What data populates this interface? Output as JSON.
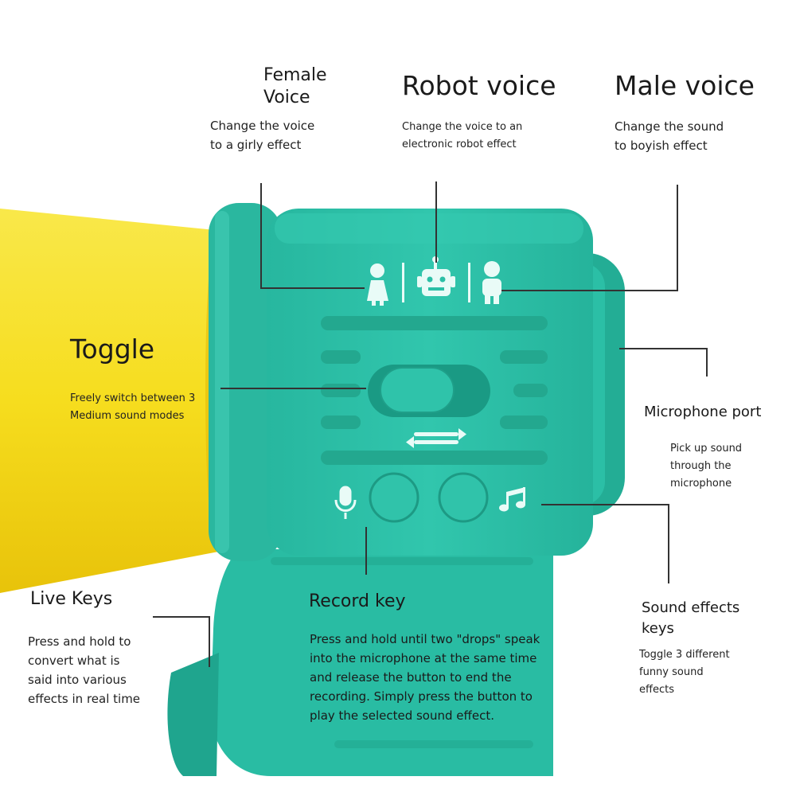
{
  "labels": {
    "female": {
      "title": "Female\nVoice",
      "desc": "Change the voice\nto a girly effect"
    },
    "robot": {
      "title": "Robot voice",
      "desc": "Change the voice to an\nelectronic robot effect"
    },
    "male": {
      "title": "Male voice",
      "desc": "Change the sound\n to boyish effect"
    },
    "toggle": {
      "title": "Toggle",
      "desc": "Freely switch between 3\n Medium sound modes"
    },
    "mic_port": {
      "title": "Microphone port",
      "desc": "Pick up sound\nthrough the\nmicrophone"
    },
    "live_keys": {
      "title": "Live Keys",
      "desc": "Press and hold to\nconvert what is\nsaid into various\neffects in real time"
    },
    "record_key": {
      "title": "Record key",
      "desc": "Press and hold until two \"drops\" speak\n into the microphone at the same time\nand release the button to end the\nrecording. Simply press the button to\nplay the selected sound effect."
    },
    "sound_effects": {
      "title": "Sound effects\nkeys",
      "desc": "Toggle 3 different\nfunny sound\neffects"
    }
  },
  "colors": {
    "teal": "#2bbfa6",
    "teal_dark": "#1ea48d",
    "teal_light": "#57d6c1",
    "yellow": "#f6dd1e",
    "yellow_dark": "#e9c60c",
    "leader_line": "#333333"
  },
  "icons": [
    "female-figure-icon",
    "robot-face-icon",
    "male-figure-icon",
    "microphone-icon",
    "music-note-icon",
    "switch-arrows-icon"
  ]
}
